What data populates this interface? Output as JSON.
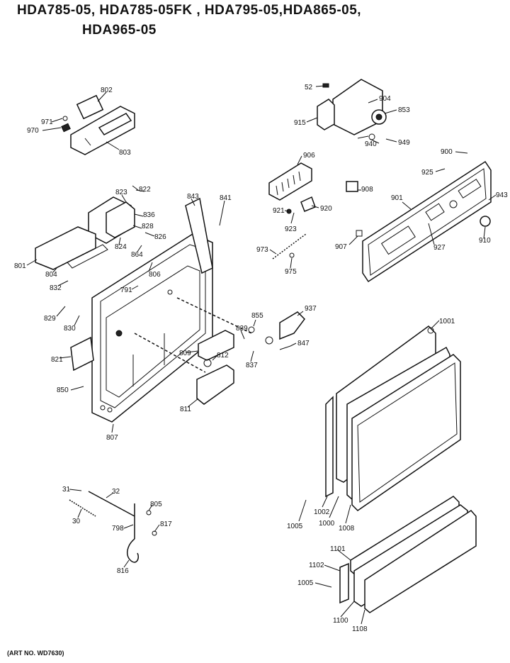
{
  "header": {
    "title_line1": "HDA785-05, HDA785-05FK , HDA795-05,HDA865-05,",
    "title_line2": "HDA965-05"
  },
  "footer": {
    "art_no": "(ART NO. WD7630)"
  },
  "part_labels": {
    "p802": "802",
    "p971": "971",
    "p970": "970",
    "p803": "803",
    "p52": "52",
    "p904": "904",
    "p853": "853",
    "p915": "915",
    "p940": "940",
    "p949": "949",
    "p906": "906",
    "p900": "900",
    "p925": "925",
    "p908": "908",
    "p901": "901",
    "p943": "943",
    "p921": "921",
    "p920": "920",
    "p923": "923",
    "p907": "907",
    "p927": "927",
    "p910": "910",
    "p973": "973",
    "p975": "975",
    "p823": "823",
    "p822": "822",
    "p843": "843",
    "p841": "841",
    "p836": "836",
    "p828": "828",
    "p826": "826",
    "p824": "824",
    "p864": "864",
    "p801": "801",
    "p804": "804",
    "p832": "832",
    "p806": "806",
    "p791": "791",
    "p829": "829",
    "p830": "830",
    "p821": "821",
    "p850": "850",
    "p855": "855",
    "p937": "937",
    "p839": "839",
    "p847": "847",
    "p809": "809",
    "p812": "812",
    "p837": "837",
    "p811": "811",
    "p807": "807",
    "p1001": "1001",
    "p1002": "1002",
    "p1005a": "1005",
    "p1000": "1000",
    "p1008": "1008",
    "p31": "31",
    "p32": "32",
    "p30": "30",
    "p805": "805",
    "p798": "798",
    "p817": "817",
    "p816": "816",
    "p1101": "1101",
    "p1102": "1102",
    "p1005b": "1005",
    "p1100": "1100",
    "p1108": "1108"
  }
}
